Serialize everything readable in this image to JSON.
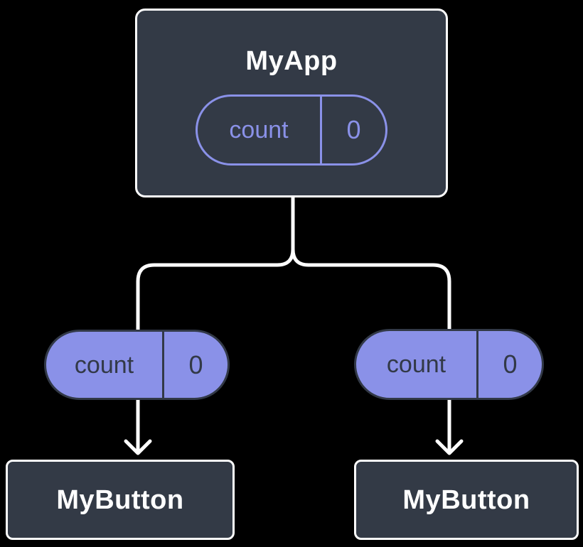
{
  "diagram": {
    "description": "Component tree diagram: parent component sharing state with two child components",
    "colors": {
      "background": "#000000",
      "card": "#333A46",
      "card_border": "#FFFFFF",
      "accent": "#8A91E8",
      "pill_text_dark": "#323947",
      "line": "#FFFFFF",
      "title_text": "#FFFFFF"
    },
    "parent": {
      "title": "MyApp",
      "state": {
        "label": "count",
        "value": "0"
      }
    },
    "children": [
      {
        "title": "MyButton",
        "state": {
          "label": "count",
          "value": "0"
        }
      },
      {
        "title": "MyButton",
        "state": {
          "label": "count",
          "value": "0"
        }
      }
    ]
  }
}
